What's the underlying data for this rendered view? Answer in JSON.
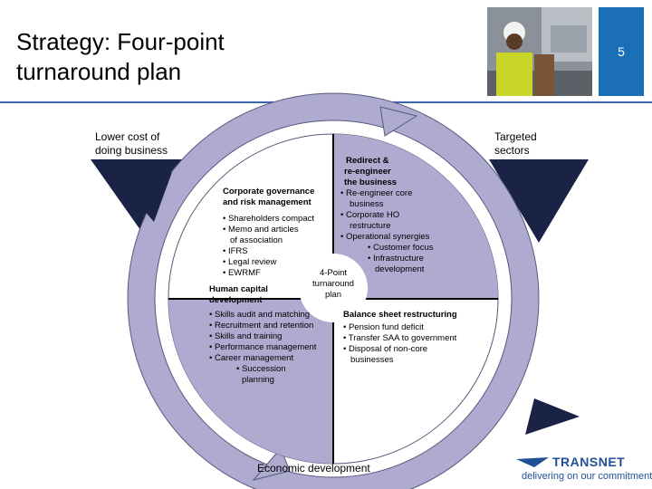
{
  "header": {
    "title_line1": "Strategy: Four-point",
    "title_line2": "turnaround plan",
    "page_number": "5"
  },
  "outer_labels": {
    "top_left_line1": "Lower cost of",
    "top_left_line2": "doing business",
    "top_right_line1": "Targeted",
    "top_right_line2": "sectors",
    "bottom": "Economic development"
  },
  "center": {
    "line1": "4-Point",
    "line2": "turnaround",
    "line3": "plan"
  },
  "quadrants": {
    "top_left": {
      "heading_line1": "Corporate governance",
      "heading_line2": "and risk management",
      "items": [
        "• Shareholders compact",
        "• Memo and articles",
        "  of association",
        "• IFRS",
        "• Legal review",
        "• EWRMF"
      ]
    },
    "top_right": {
      "heading_line1": "Redirect &",
      "heading_line2": "re-engineer",
      "heading_line3": "the business",
      "items": [
        "• Re-engineer core",
        "  business",
        "• Corporate HO",
        "  restructure",
        "• Operational synergies",
        "• Customer focus",
        "• Infrastructure",
        "  development"
      ]
    },
    "bottom_left": {
      "heading_line1": "Human capital",
      "heading_line2": "development",
      "items": [
        "• Skills audit and matching",
        "• Recruitment and retention",
        "• Skills and training",
        "• Performance management",
        "• Career management",
        "• Succession",
        "  planning"
      ]
    },
    "bottom_right": {
      "heading": "Balance sheet restructuring",
      "items": [
        "• Pension fund deficit",
        "• Transfer SAA to government",
        "• Disposal of non-core",
        "  businesses"
      ]
    }
  },
  "footer": {
    "brand": "TRANSNET",
    "tagline": "delivering on our commitments"
  },
  "colors": {
    "lavender": "#aeaad0",
    "navy": "#1a2345",
    "accent_blue": "#1b6fb6"
  }
}
